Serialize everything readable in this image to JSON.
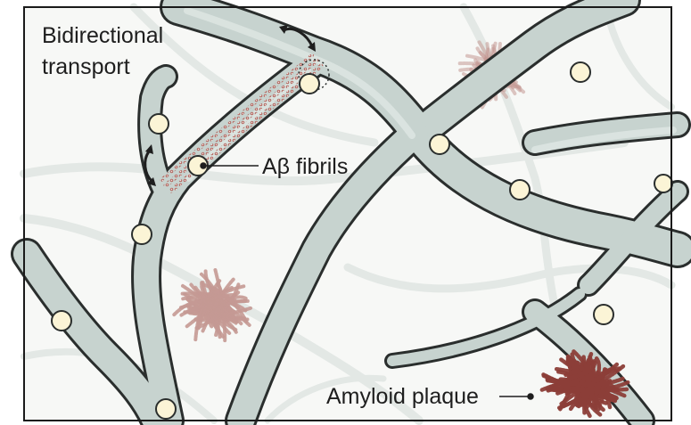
{
  "labels": {
    "transport_line1": "Bidirectional",
    "transport_line2": "transport",
    "fibrils": "Aβ fibrils",
    "plaque": "Amyloid plaque"
  },
  "colors": {
    "background": "#f7f8f6",
    "faint_process": "#e3e8e5",
    "process_fill": "#c7d3cf",
    "process_outline": "#2a2e2d",
    "vesicle_fill": "#fbf4d6",
    "fibril": "#b36b64",
    "plaque_dense": "#8c3e38",
    "plaque_faint": "#c49994",
    "text": "#1e1e1e",
    "frame": "#1a1a1a"
  }
}
